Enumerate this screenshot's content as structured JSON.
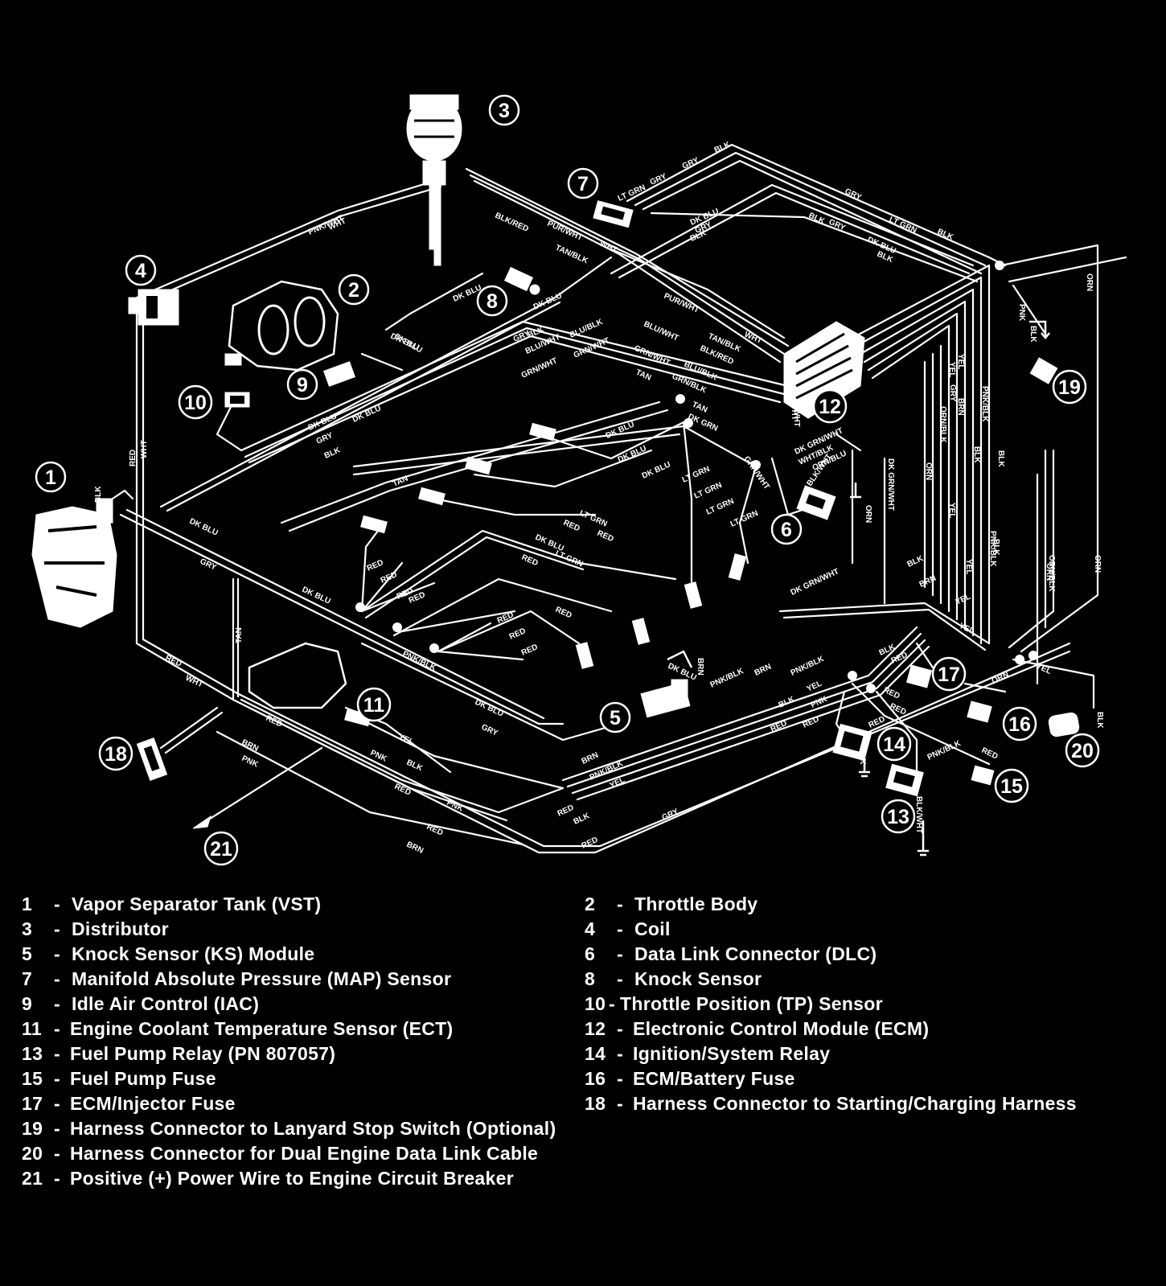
{
  "callouts": [
    "1",
    "2",
    "3",
    "4",
    "5",
    "6",
    "7",
    "8",
    "9",
    "10",
    "11",
    "12",
    "13",
    "14",
    "15",
    "16",
    "17",
    "18",
    "19",
    "20",
    "21"
  ],
  "wire_labels": {
    "pnk_wht": "PNK/WHT",
    "wht": "WHT",
    "red": "RED",
    "blk": "BLK",
    "gry": "GRY",
    "dk_blu": "DK BLU",
    "tan": "TAN",
    "brn": "BRN",
    "pnk": "PNK",
    "yel": "YEL",
    "orn": "ORN",
    "lt_grn": "LT GRN",
    "pur_wht": "PUR/WHT",
    "tan_blk": "TAN/BLK",
    "blk_red": "BLK/RED",
    "blu_wht": "BLU/WHT",
    "grn_wht": "GRN/WHT",
    "blu_blk": "BLU/BLK",
    "grn_blk": "GRN/BLK",
    "dk_grn": "DK GRN",
    "pnk_blk": "PNK/BLK",
    "orn_blk": "ORN/BLK",
    "dk_grn_wht": "DK GRN/WHT",
    "wht_blk": "WHT/BLK",
    "orn_blu": "ORN/BLU",
    "blk_wht": "BLK/WHT"
  },
  "legend": [
    {
      "num": "1",
      "sep": "-",
      "text": "Vapor Separator Tank (VST)"
    },
    {
      "num": "2",
      "sep": "-",
      "text": "Throttle Body"
    },
    {
      "num": "3",
      "sep": "-",
      "text": "Distributor"
    },
    {
      "num": "4",
      "sep": "-",
      "text": "Coil"
    },
    {
      "num": "5",
      "sep": "-",
      "text": "Knock Sensor (KS) Module"
    },
    {
      "num": "6",
      "sep": "-",
      "text": "Data Link Connector (DLC)"
    },
    {
      "num": "7",
      "sep": "-",
      "text": "Manifold Absolute Pressure (MAP) Sensor"
    },
    {
      "num": "8",
      "sep": "-",
      "text": "Knock Sensor"
    },
    {
      "num": "9",
      "sep": "-",
      "text": "Idle Air Control (IAC)"
    },
    {
      "num": "10",
      "sep": "-",
      "text": "Throttle Position (TP) Sensor"
    },
    {
      "num": "11",
      "sep": "-",
      "text": "Engine Coolant Temperature Sensor (ECT)"
    },
    {
      "num": "12",
      "sep": "-",
      "text": "Electronic Control Module (ECM)"
    },
    {
      "num": "13",
      "sep": "-",
      "text": "Fuel Pump Relay (PN 807057)"
    },
    {
      "num": "14",
      "sep": "-",
      "text": "Ignition/System Relay"
    },
    {
      "num": "15",
      "sep": "-",
      "text": "Fuel Pump Fuse"
    },
    {
      "num": "16",
      "sep": "-",
      "text": "ECM/Battery Fuse"
    },
    {
      "num": "17",
      "sep": "-",
      "text": "ECM/Injector Fuse"
    },
    {
      "num": "18",
      "sep": "-",
      "text": "Harness Connector to Starting/Charging Harness"
    },
    {
      "num": "19",
      "sep": "-",
      "text": "Harness Connector to Lanyard Stop Switch (Optional)"
    },
    {
      "num": "20",
      "sep": "-",
      "text": "Harness Connector for Dual Engine Data Link Cable"
    },
    {
      "num": "21",
      "sep": "-",
      "text": "Positive (+) Power Wire to Engine Circuit Breaker"
    }
  ]
}
